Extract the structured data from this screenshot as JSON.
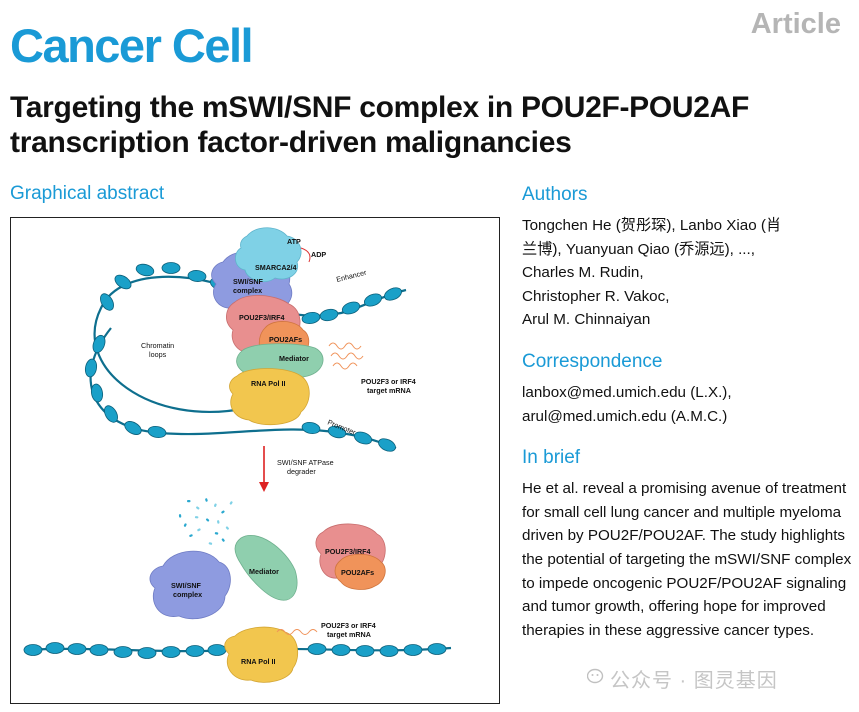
{
  "header": {
    "journal": "Cancer Cell",
    "article_type": "Article"
  },
  "title": "Targeting the mSWI/SNF complex in POU2F-POU2AF transcription factor-driven malignancies",
  "graphical_abstract": {
    "heading": "Graphical abstract",
    "labels": {
      "atp": "ATP",
      "adp": "ADP",
      "smarca": "SMARCA2/4",
      "swisnf_line1": "SWI/SNF",
      "swisnf_line2": "complex",
      "enhancer": "Enhancer",
      "chromatin_line1": "Chromatin",
      "chromatin_line2": "loops",
      "pou2f3_irf4": "POU2F3/IRF4",
      "pou2afs": "POU2AFs",
      "mediator": "Mediator",
      "rnapol": "RNA Pol II",
      "mrna_line1": "POU2F3 or IRF4",
      "mrna_line2": "target mRNA",
      "promoter": "Promoter",
      "degrader_line1": "SWI/SNF ATPase",
      "degrader_line2": "degrader"
    }
  },
  "authors": {
    "heading": "Authors",
    "lines": [
      "Tongchen He (贺彤琛), Lanbo Xiao (肖",
      "兰博), Yuanyuan Qiao (乔源远), ...,",
      "Charles M. Rudin,",
      "Christopher R. Vakoc,",
      "Arul M. Chinnaiyan"
    ]
  },
  "correspondence": {
    "heading": "Correspondence",
    "lines": [
      "lanbox@med.umich.edu (L.X.),",
      "arul@med.umich.edu (A.M.C.)"
    ]
  },
  "in_brief": {
    "heading": "In brief",
    "text": "He et al. reveal a promising avenue of treatment for small cell lung cancer and multiple myeloma driven by POU2F/POU2AF. The study highlights the potential of targeting the mSWI/SNF complex to impede oncogenic POU2F/POU2AF signaling and tumor growth, offering hope for improved therapies in these aggressive cancer types."
  },
  "watermark": "公众号 · 图灵基因",
  "colors": {
    "accent": "#1a9ad6",
    "dna": "#1aa0c8",
    "swisnf": "#8e9be0",
    "smarca": "#7fd1e6",
    "pou2f3": "#e88f8f",
    "pou2afs": "#f0935a",
    "mediator": "#8fcfae",
    "rnapol": "#f2c64e"
  }
}
